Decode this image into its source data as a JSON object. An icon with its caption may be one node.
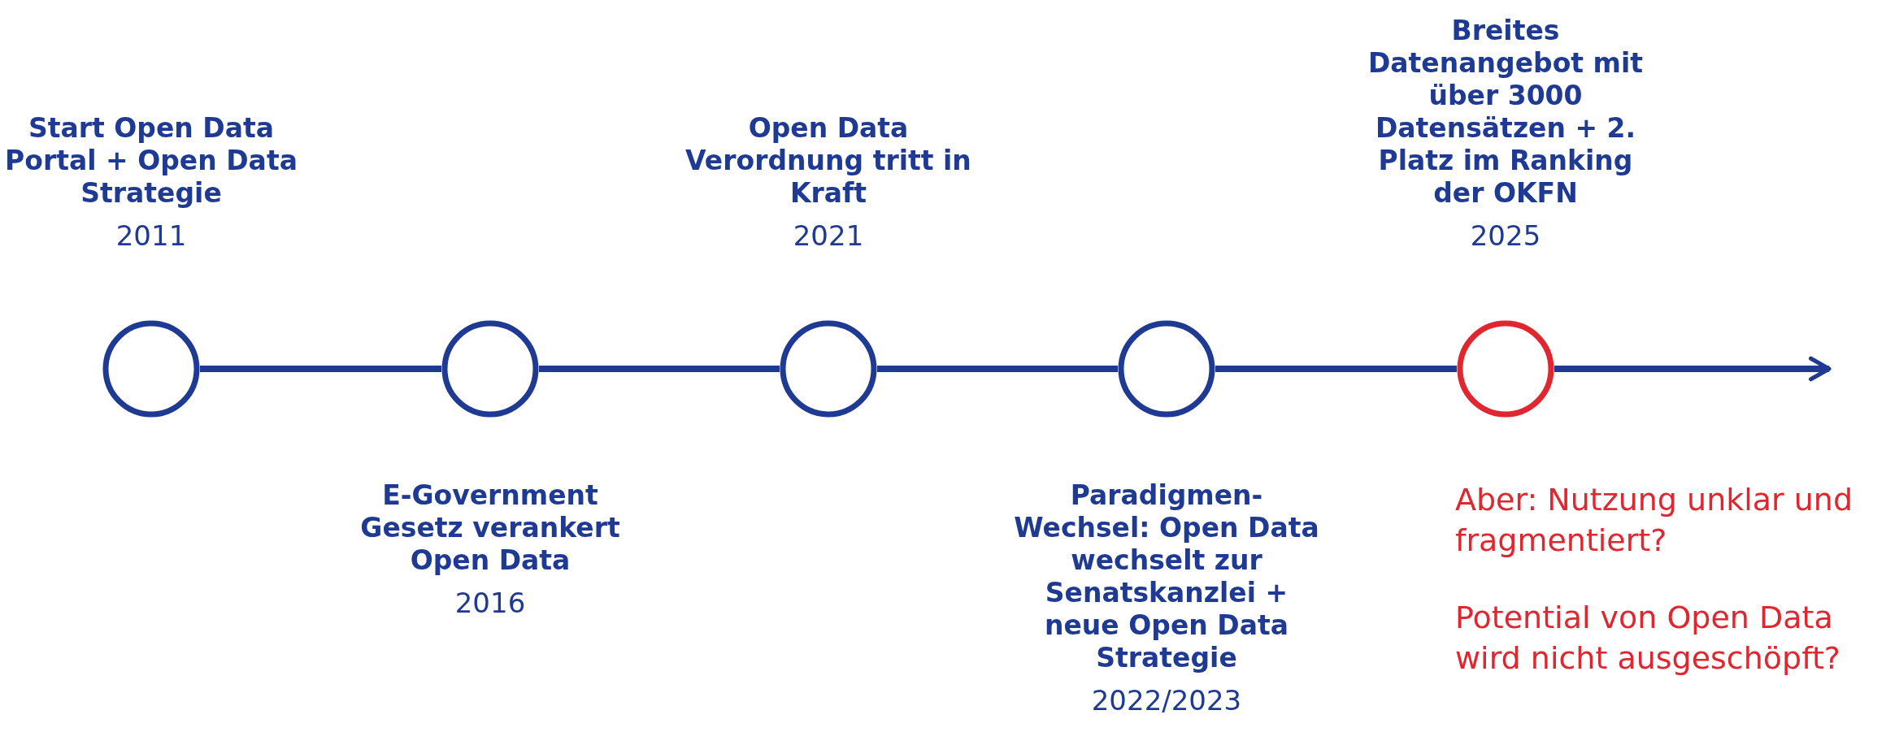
{
  "diagram": {
    "nodes": [
      {
        "text": [],
        "shape": "circle",
        "beside": [
          "Start Open Data Portal + Open Data Strategie",
          "2011"
        ]
      },
      {
        "text": [],
        "shape": "circle",
        "beside": [
          "E-Government Gesetz verankert Open Data",
          "2016"
        ]
      },
      {
        "text": [],
        "shape": "circle",
        "beside": [
          "Open Data Verordnung tritt in Kraft",
          "2021"
        ]
      },
      {
        "text": [],
        "shape": "circle",
        "beside": [
          "Paradigmen-Wechsel: Open Data wechselt zur Senatskanzlei + neue Open Data Strategie",
          "2022/2023"
        ]
      },
      {
        "text": [],
        "shape": "circle",
        "beside": [
          "Breites Datenangebot mit über 3000 Datensätzen + 2. Platz im Ranking der OKFN",
          "2025"
        ]
      }
    ],
    "edges": [
      {
        "from": 0,
        "to": 1,
        "arrow": "none"
      },
      {
        "from": 1,
        "to": 2,
        "arrow": "none"
      },
      {
        "from": 2,
        "to": 3,
        "arrow": "none"
      },
      {
        "from": 3,
        "to": 4,
        "arrow": "none"
      },
      {
        "from": 4,
        "to": null,
        "arrow": "to"
      }
    ],
    "labels": [
      "Aber: Nutzung unklar und fragmentiert?",
      "Potential von Open Data wird nicht ausgeschöpft?"
    ]
  }
}
